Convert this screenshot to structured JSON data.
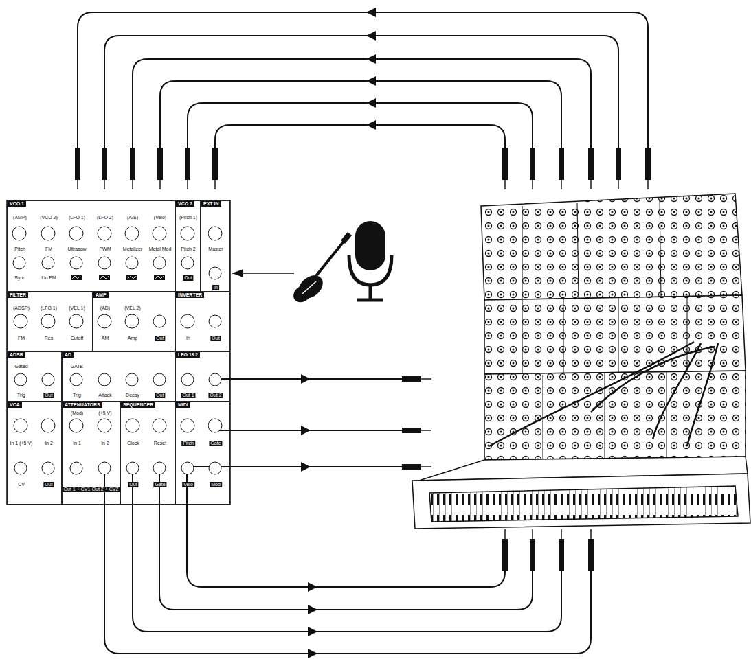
{
  "diagram": {
    "nodes": [
      {
        "text": [
          "VCO 1",
          "(AMP)",
          "(VCO 2)",
          "(LFO 1)",
          "(LFO 2)",
          "(A/S)",
          "(Velo)",
          "Pitch",
          "FM",
          "Ultrasaw",
          "PWM",
          "Metalizer",
          "Metal Mod",
          "Sync",
          "Lin FM"
        ]
      },
      {
        "text": [
          "VCO 2",
          "(Pitch 1)",
          "Pitch 2",
          "Out"
        ]
      },
      {
        "text": [
          "EXT IN",
          "Master",
          "In"
        ]
      },
      {
        "text": [
          "FILTER",
          "(ADSR)",
          "(LFO 1)",
          "(VEL 1)",
          "FM",
          "Res",
          "Cutoff"
        ]
      },
      {
        "text": [
          "AMP",
          "(AD)",
          "(VEL 2)",
          "AM",
          "Amp",
          "Out"
        ]
      },
      {
        "text": [
          "INVERTER",
          "In",
          "Out"
        ]
      },
      {
        "text": [
          "ADSR",
          "Gated",
          "Trig",
          "Out"
        ]
      },
      {
        "text": [
          "AD",
          "GATE",
          "Trig",
          "Attack",
          "Decay",
          "Out"
        ]
      },
      {
        "text": [
          "LFO 1&2",
          "Out 1",
          "Out 2"
        ]
      },
      {
        "text": [
          "VCA",
          "In 1 (+5 V)",
          "In 2",
          "CV",
          "Out"
        ]
      },
      {
        "text": [
          "ATTENUATORS",
          "(Mod)",
          "(+5 V)",
          "In 1",
          "In 2",
          "Out 1 + CV1",
          "Out 2 + CV2"
        ]
      },
      {
        "text": [
          "SEQUENCER",
          "Clock",
          "Reset",
          "Out",
          "Gate"
        ]
      },
      {
        "text": [
          "MIDI",
          "Pitch",
          "Gate",
          "Velo",
          "Mod"
        ]
      }
    ]
  }
}
